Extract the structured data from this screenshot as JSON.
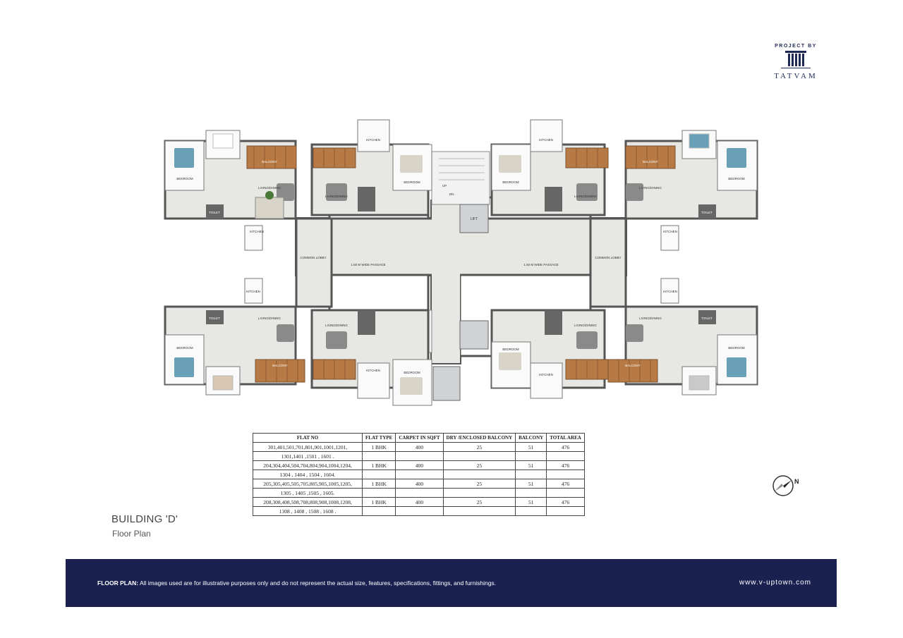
{
  "logo": {
    "top_text": "PROJECT BY",
    "name": "TATVAM"
  },
  "plan": {
    "labels": {
      "lift": "LIFT",
      "lobby_left": "COMMON LOBBY",
      "lobby_right": "COMMON LOBBY",
      "passage_left": "1.50 M WIDE PASSAGE",
      "passage_right": "1.50 M WIDE PASSAGE",
      "bedroom": "BEDROOM",
      "living": "LIVING/DINING",
      "kitchen": "KITCHEN",
      "balcony": "BALCONY",
      "toilet": "TOILET",
      "up": "UP",
      "dn": "DN"
    }
  },
  "table": {
    "headers": [
      "FLAT NO",
      "FLAT TYPE",
      "CARPET IN SQFT",
      "DRY /ENCLOSED BALCONY",
      "BALCONY",
      "TOTAL AREA"
    ],
    "rows": [
      {
        "flat_no": "301,401,501,701,801,901,1001,1201,",
        "flat_no_2": "1301,1401 ,1501 , 1601 .",
        "type": "1 BHK",
        "carpet": "400",
        "dry": "25",
        "balcony": "51",
        "total": "476"
      },
      {
        "flat_no": "204,304,404,504,704,804,904,1004,1204,",
        "flat_no_2": "1304 , 1404 , 1504 , 1604.",
        "type": "1 BHK",
        "carpet": "400",
        "dry": "25",
        "balcony": "51",
        "total": "476"
      },
      {
        "flat_no": "205,305,405,505,705,805,905,1005,1205,",
        "flat_no_2": "1305 , 1405 ,1505 , 1605.",
        "type": "1 BHK",
        "carpet": "400",
        "dry": "25",
        "balcony": "51",
        "total": "476"
      },
      {
        "flat_no": "208,308,408,508,708,808,908,1008,1208,",
        "flat_no_2": "1308 , 1408 , 1508 , 1608 .",
        "type": "1 BHK",
        "carpet": "400",
        "dry": "25",
        "balcony": "51",
        "total": "476"
      }
    ]
  },
  "building": {
    "name": "BUILDING 'D'",
    "subtitle": "Floor Plan"
  },
  "compass": {
    "label": "N"
  },
  "footer": {
    "label": "FLOOR PLAN:",
    "disclaimer": " All images used are for illustrative purposes only and do not represent the actual size, features, specifications, fittings, and furnishings.",
    "url": "www.v-uptown.com"
  },
  "colors": {
    "navy": "#1a2150",
    "wood": "#b87a45",
    "wall": "#555555",
    "floor": "#e7e7e3",
    "bed": "#6a9fb8"
  }
}
